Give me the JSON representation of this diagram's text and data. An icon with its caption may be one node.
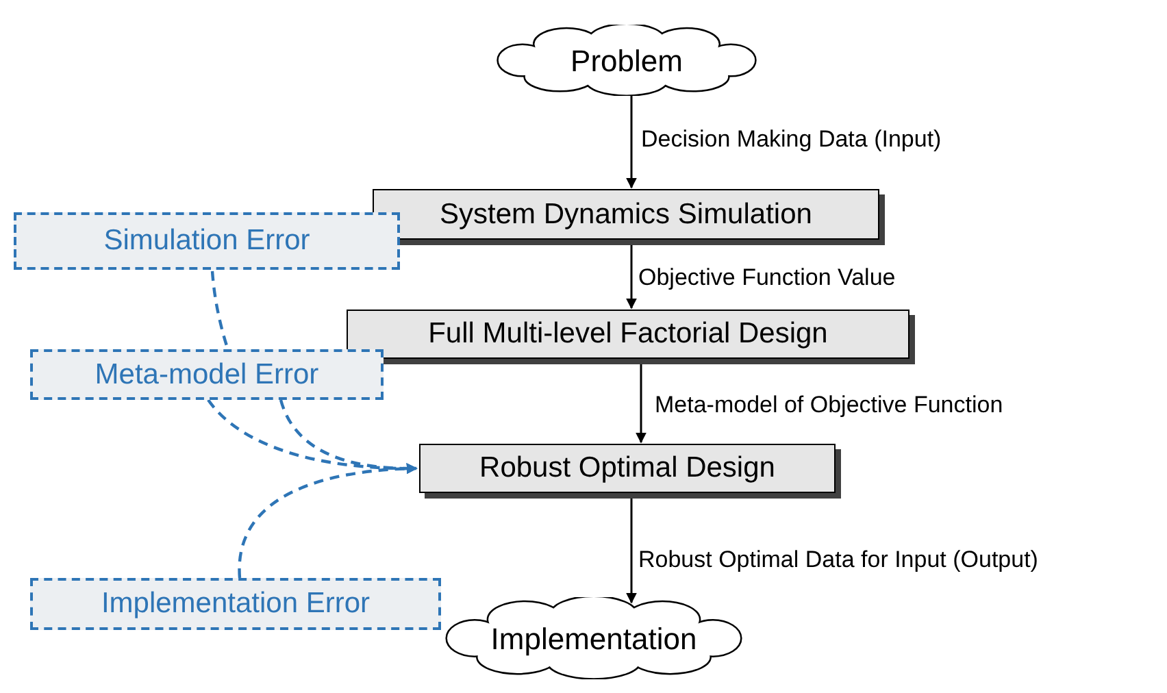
{
  "diagram": {
    "nodes": [
      {
        "text": [
          "Problem"
        ]
      },
      {
        "text": [
          "System Dynamics Simulation"
        ]
      },
      {
        "text": [
          "Simulation Error"
        ]
      },
      {
        "text": [
          "Full Multi-level Factorial Design"
        ]
      },
      {
        "text": [
          "Meta-model Error"
        ]
      },
      {
        "text": [
          "Robust Optimal Design"
        ]
      },
      {
        "text": [
          "Implementation Error"
        ]
      },
      {
        "text": [
          "Implementation"
        ]
      }
    ],
    "edges": [
      {
        "from": 0,
        "to": 1,
        "arrow": "to",
        "label": "Decision Making Data (Input)"
      },
      {
        "from": 1,
        "to": 3,
        "arrow": "to",
        "label": "Objective Function Value"
      },
      {
        "from": 3,
        "to": 5,
        "arrow": "to",
        "label": "Meta-model of Objective Function"
      },
      {
        "from": 5,
        "to": 7,
        "arrow": "to",
        "label": "Robust Optimal Data for Input (Output)"
      },
      {
        "from": 2,
        "to": 4,
        "arrow": "none",
        "style": "dashed",
        "color": "#2e75b6"
      },
      {
        "from": 4,
        "to": 5,
        "arrow": "to",
        "style": "dashed",
        "color": "#2e75b6"
      },
      {
        "from": 4,
        "to": 5,
        "arrow": "to",
        "style": "dashed",
        "color": "#2e75b6"
      },
      {
        "from": 6,
        "to": 5,
        "arrow": "to",
        "style": "dashed",
        "color": "#2e75b6"
      }
    ]
  }
}
